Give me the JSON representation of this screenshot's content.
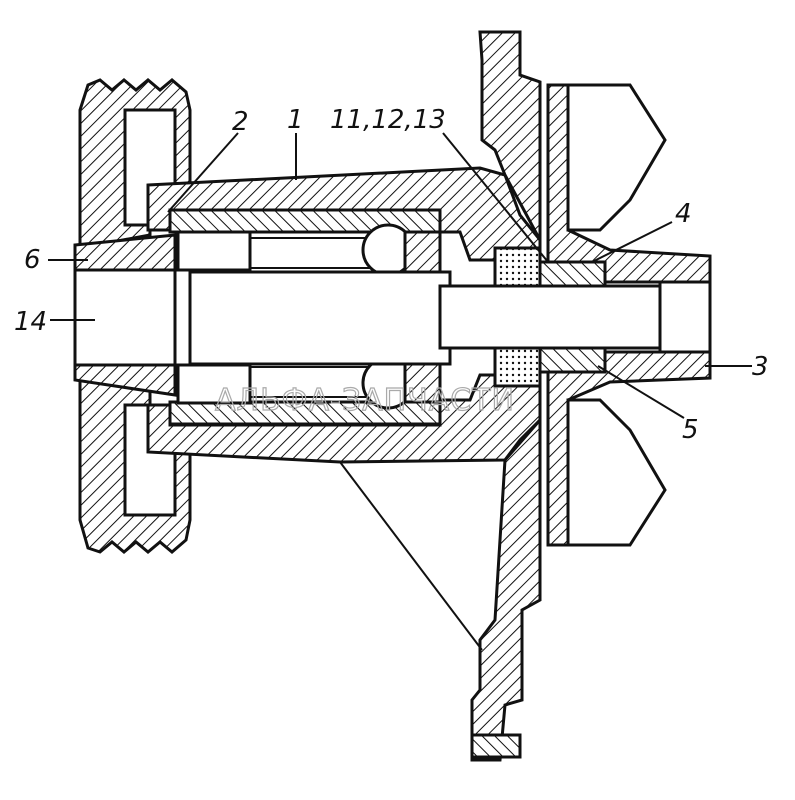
{
  "colors": {
    "ink": "#111111",
    "paper": "#ffffff",
    "watermark": "#aaaaaa"
  },
  "callouts": {
    "c2": "2",
    "c1": "1",
    "c11": "11,12,13",
    "c4": "4",
    "c6": "6",
    "c14": "14",
    "c3": "3",
    "c5": "5"
  },
  "watermark": "АЛЬФА-ЗАПЧАСТИ"
}
